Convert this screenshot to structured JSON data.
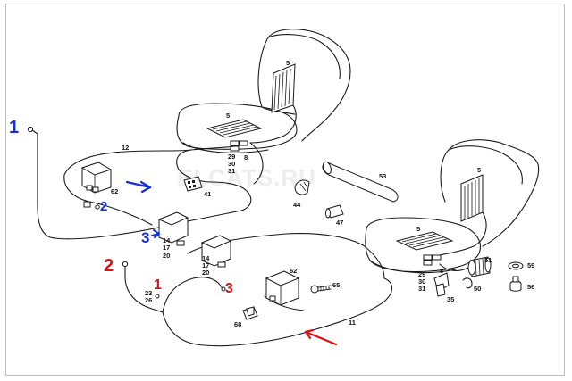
{
  "watermark": "ELCATS.RU",
  "colors": {
    "blue_annotation": "#1530d8",
    "red_annotation": "#e01010",
    "line": "#1a1a1a"
  },
  "part_labels": {
    "seat_left_5a": "5",
    "seat_left_5b": "5",
    "left_29": "29",
    "left_30": "30",
    "left_31": "31",
    "left_8": "8",
    "harness_12": "12",
    "module_62a": "62",
    "switch_41": "41",
    "sw1_14": "14",
    "sw1_17": "17",
    "sw1_20": "20",
    "sw2_14": "14",
    "sw2_17": "17",
    "sw2_20": "20",
    "clip_44": "44",
    "rod_53": "53",
    "bush_47": "47",
    "seat_right_5a": "5",
    "seat_right_5b": "5",
    "right_29": "29",
    "right_30": "30",
    "right_31": "31",
    "right_8": "8",
    "motor_51": "51",
    "grommet_59": "59",
    "plug_56": "56",
    "clip_50": "50",
    "bracket_35": "35",
    "module_62b": "62",
    "screw_65": "65",
    "holder_68": "68",
    "conn_23": "23",
    "conn_26": "26",
    "harness_11": "11"
  },
  "annotations": {
    "blue_1": "1",
    "blue_2": "2",
    "blue_3": "3",
    "red_1": "1",
    "red_2": "2",
    "red_3": "3"
  }
}
